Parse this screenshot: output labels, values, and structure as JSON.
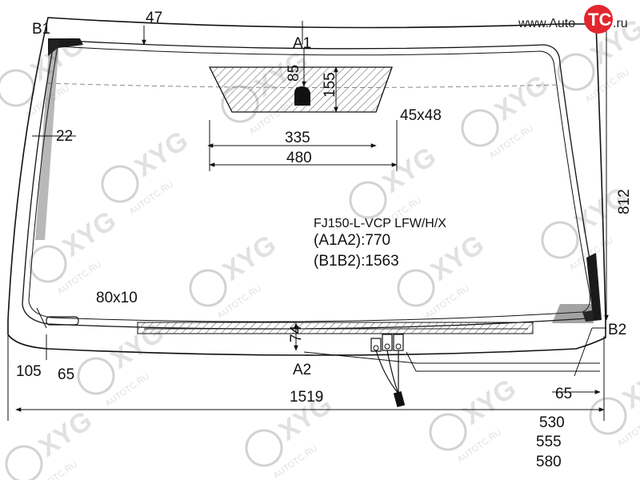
{
  "part_code": "FJ150-L-VCP LFW/H/X",
  "spec_a": "(A1A2):770",
  "spec_b": "(B1B2):1563",
  "points": {
    "b1": "B1",
    "a1": "A1",
    "a2": "A2",
    "b2": "B2"
  },
  "dimensions": {
    "d47": "47",
    "d22": "22",
    "d85": "85",
    "d155": "155",
    "d45x48": "45x48",
    "d335": "335",
    "d480": "480",
    "d812": "812",
    "d80x10": "80x10",
    "d74": "74",
    "d105": "105",
    "d65_left": "65",
    "d1519": "1519",
    "d65_right": "65",
    "d530": "530",
    "d555": "555",
    "d580": "580"
  },
  "logo": {
    "brand_text": "www.Auto",
    "brand_tail": ".ru",
    "badge": "TC"
  },
  "watermark": {
    "site": "AUTOTC.RU",
    "mark": "XYG"
  },
  "colors": {
    "line": "#111111",
    "shade": "#1a1a1a",
    "brand_red": "#e3262e",
    "watermark": "#c9c9c9"
  }
}
